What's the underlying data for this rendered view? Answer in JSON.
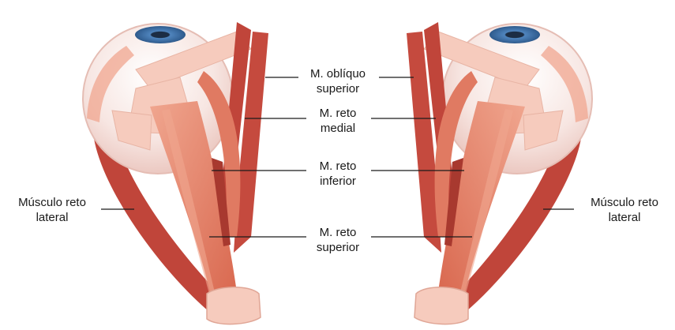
{
  "labels": {
    "lateral_left": {
      "line1": "Músculo reto",
      "line2": "lateral"
    },
    "lateral_right": {
      "line1": "Músculo reto",
      "line2": "lateral"
    },
    "oblique_superior": {
      "line1": "M. oblíquo",
      "line2": "superior"
    },
    "rectus_medial": {
      "line1": "M. reto",
      "line2": "medial"
    },
    "rectus_inferior": {
      "line1": "M. reto",
      "line2": "inferior"
    },
    "rectus_superior": {
      "line1": "M. reto",
      "line2": "superior"
    }
  },
  "colors": {
    "muscle_dark": "#c0453a",
    "muscle_mid": "#e07a62",
    "muscle_light": "#f0a68f",
    "tendon": "#f6cbbd",
    "globe": "#f7e6e2",
    "globe_shade": "#ecc6bf",
    "iris": "#3d6ea5",
    "pupil": "#1c2d44",
    "leader_line": "#1a1a1a"
  }
}
